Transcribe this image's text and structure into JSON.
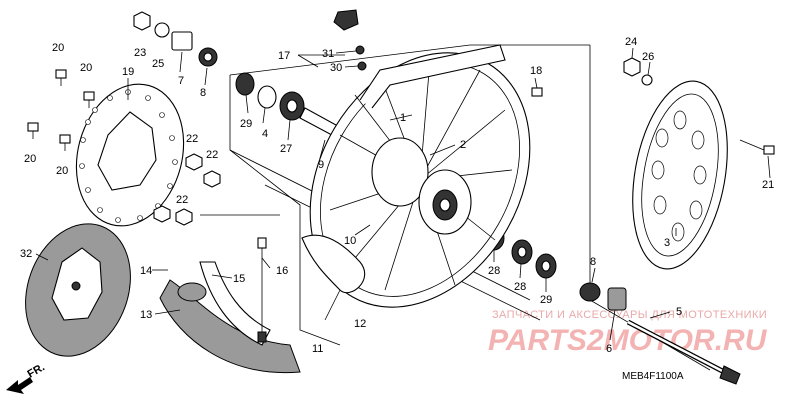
{
  "diagram": {
    "code": "MEB4F1100A",
    "front_marker": "FR.",
    "watermark_line1": "ЗАПЧАСТИ И АКСЕССУАРЫ ДЛЯ МОТОТЕХНИКИ",
    "watermark_logo": "PARTS2MOTOR.RU"
  },
  "callouts": [
    {
      "id": "c1",
      "text": "1"
    },
    {
      "id": "c2",
      "text": "2"
    },
    {
      "id": "c3",
      "text": "3"
    },
    {
      "id": "c4",
      "text": "4"
    },
    {
      "id": "c5",
      "text": "5"
    },
    {
      "id": "c6",
      "text": "6"
    },
    {
      "id": "c7",
      "text": "7"
    },
    {
      "id": "c8a",
      "text": "8"
    },
    {
      "id": "c8b",
      "text": "8"
    },
    {
      "id": "c9",
      "text": "9"
    },
    {
      "id": "c10",
      "text": "10"
    },
    {
      "id": "c11",
      "text": "11"
    },
    {
      "id": "c12",
      "text": "12"
    },
    {
      "id": "c13",
      "text": "13"
    },
    {
      "id": "c14",
      "text": "14"
    },
    {
      "id": "c15",
      "text": "15"
    },
    {
      "id": "c16",
      "text": "16"
    },
    {
      "id": "c17",
      "text": "17"
    },
    {
      "id": "c18",
      "text": "18"
    },
    {
      "id": "c19",
      "text": "19"
    },
    {
      "id": "c20a",
      "text": "20"
    },
    {
      "id": "c20b",
      "text": "20"
    },
    {
      "id": "c20c",
      "text": "20"
    },
    {
      "id": "c20d",
      "text": "20"
    },
    {
      "id": "c21",
      "text": "21"
    },
    {
      "id": "c22a",
      "text": "22"
    },
    {
      "id": "c22b",
      "text": "22"
    },
    {
      "id": "c22c",
      "text": "22"
    },
    {
      "id": "c23",
      "text": "23"
    },
    {
      "id": "c24",
      "text": "24"
    },
    {
      "id": "c25",
      "text": "25"
    },
    {
      "id": "c26",
      "text": "26"
    },
    {
      "id": "c27",
      "text": "27"
    },
    {
      "id": "c28a",
      "text": "28"
    },
    {
      "id": "c28b",
      "text": "28"
    },
    {
      "id": "c29a",
      "text": "29"
    },
    {
      "id": "c29b",
      "text": "29"
    },
    {
      "id": "c30",
      "text": "30"
    },
    {
      "id": "c31",
      "text": "31"
    },
    {
      "id": "c32",
      "text": "32"
    }
  ]
}
